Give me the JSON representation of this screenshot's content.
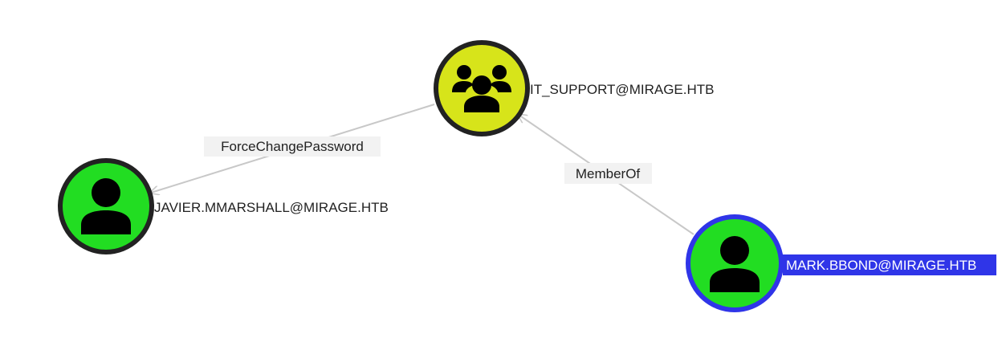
{
  "graph": {
    "nodes": [
      {
        "id": "it_support",
        "label": "IT_SUPPORT@MIRAGE.HTB",
        "type": "group",
        "icon": "users-group-icon",
        "fill": "#d7e41a",
        "border": "#222222",
        "selected": false
      },
      {
        "id": "javier",
        "label": "JAVIER.MMARSHALL@MIRAGE.HTB",
        "type": "user",
        "icon": "user-icon",
        "fill": "#22dd22",
        "border": "#222222",
        "selected": false
      },
      {
        "id": "mark",
        "label": "MARK.BBOND@MIRAGE.HTB",
        "type": "user",
        "icon": "user-icon",
        "fill": "#22dd22",
        "border": "#2f35e8",
        "selected": true
      }
    ],
    "edges": [
      {
        "from": "it_support",
        "to": "javier",
        "label": "ForceChangePassword"
      },
      {
        "from": "mark",
        "to": "it_support",
        "label": "MemberOf"
      }
    ],
    "colors": {
      "edge": "#c8c8c8",
      "edge_label_bg": "#f2f2f2",
      "selected_label_bg": "#2f35e8",
      "icon": "#000000"
    }
  }
}
